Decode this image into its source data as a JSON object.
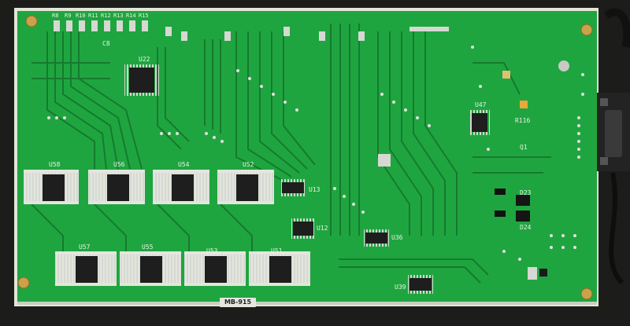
{
  "photo": {
    "subject": "green printed circuit board, solder side",
    "colors": {
      "background": "#1c1d1a",
      "board": "#1fa540",
      "board_edge": "#e2e6d8",
      "trace": "#167a2e",
      "pad": "#d6d8d2",
      "chip": "#1e1e1e",
      "standoff": "#c9a24a",
      "silkscreen": "#e8f2e4"
    }
  },
  "labels": {
    "top_header": [
      "R8",
      "R9",
      "R10",
      "R11",
      "R12",
      "R13",
      "R14",
      "R15"
    ],
    "ics": {
      "u22": "U22",
      "u58": "U58",
      "u56": "U56",
      "u54": "U54",
      "u52": "U52",
      "u13": "U13",
      "u12": "U12",
      "u57": "U57",
      "u55": "U55",
      "u53": "U53",
      "u51": "U51",
      "u36": "U36",
      "u39": "U39",
      "u47": "U47"
    },
    "parts": {
      "c8": "C8",
      "d23": "D23",
      "d24": "D24",
      "r116": "R116",
      "q1": "Q1"
    },
    "board_tag": "MB-915"
  }
}
